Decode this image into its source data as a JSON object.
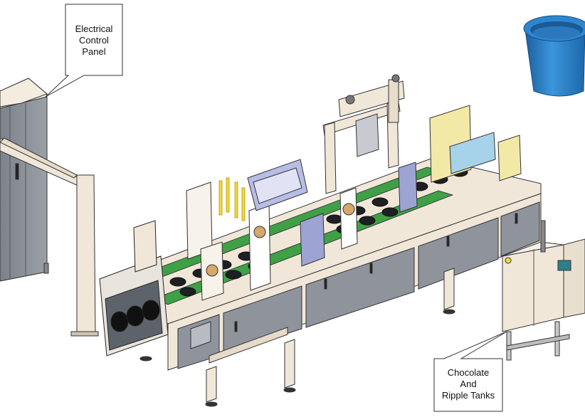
{
  "callouts": {
    "electrical_panel": [
      "Electrical",
      "Control",
      "Panel"
    ],
    "tanks": [
      "Chocolate",
      "And",
      "Ripple Tanks"
    ]
  },
  "colors": {
    "frame": "#f1e7d9",
    "panel_grey": "#8f949c",
    "panel_dark": "#5d636b",
    "cup_blue": "#2a7fc7",
    "conveyor_green": "#3fa046",
    "accent_yellow": "#f3d93b",
    "outline": "#222222"
  },
  "icons": [
    "ice-cream-cup-icon"
  ]
}
